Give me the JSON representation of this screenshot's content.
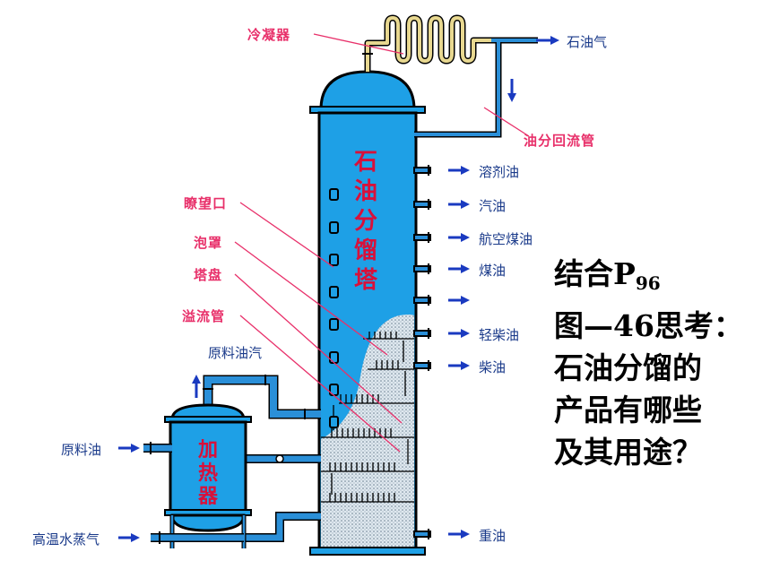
{
  "labels": {
    "condenser": "冷凝器",
    "peephole": "瞭望口",
    "bubble_cap": "泡罩",
    "tray": "塔盘",
    "overflow_pipe": "溢流管",
    "reflux_pipe": "油分回流管",
    "crude_vapor": "原料油汽",
    "crude_oil": "原料油",
    "steam": "高温水蒸气"
  },
  "tower_title": [
    "石",
    "油",
    "分",
    "馏",
    "塔"
  ],
  "heater_title": [
    "加",
    "热",
    "器"
  ],
  "products": [
    "石油气",
    "溶剂油",
    "汽油",
    "航空煤油",
    "煤油",
    "",
    "轻柴油",
    "柴油",
    "重油"
  ],
  "question": {
    "line1_prefix": "结合P",
    "line1_sub": "96",
    "line2": "图—46思考：",
    "line3": "石油分馏的",
    "line4": "产品有哪些",
    "line5": "及其用途？"
  },
  "colors": {
    "fill": "#1ea0e6",
    "pipe": "#2a8fd8",
    "outline": "#000000",
    "label_red": "#e8306a",
    "label_blue": "#1a3a8a"
  }
}
